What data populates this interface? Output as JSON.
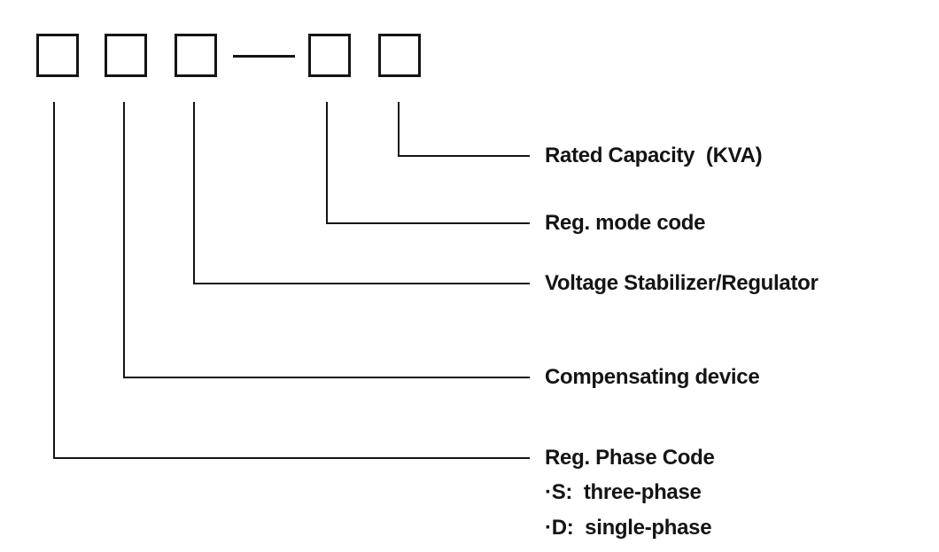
{
  "diagram": {
    "code_box_count": 5,
    "separator": "—",
    "callouts": [
      {
        "id": "rated-capacity",
        "label": "Rated Capacity  (KVA)"
      },
      {
        "id": "reg-mode-code",
        "label": "Reg. mode code"
      },
      {
        "id": "voltage-stabilizer",
        "label": "Voltage Stabilizer/Regulator"
      },
      {
        "id": "compensating-device",
        "label": "Compensating device"
      },
      {
        "id": "reg-phase-code",
        "label": "Reg. Phase Code",
        "options": [
          "·S:  three-phase",
          "·D:  single-phase"
        ]
      }
    ],
    "colors": {
      "line": "#141414",
      "background": "#ffffff"
    }
  }
}
